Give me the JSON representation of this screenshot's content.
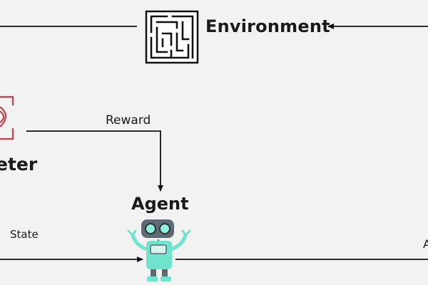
{
  "nodes": {
    "environment": {
      "label": "Environment",
      "icon": "maze-icon"
    },
    "agent": {
      "label": "Agent",
      "icon": "robot-icon"
    },
    "interpreter": {
      "label": "eter",
      "icon": "eye-scanner-icon"
    }
  },
  "edges": {
    "reward": {
      "label": "Reward"
    },
    "state": {
      "label": "State"
    },
    "action": {
      "label": "A"
    }
  },
  "colors": {
    "background": "#f2f2f2",
    "line": "#111111",
    "robot_body": "#6fe3cc",
    "robot_head": "#5f6b73",
    "robot_eye": "#8ff0dc",
    "interpreter_accent": "#c0404c"
  }
}
